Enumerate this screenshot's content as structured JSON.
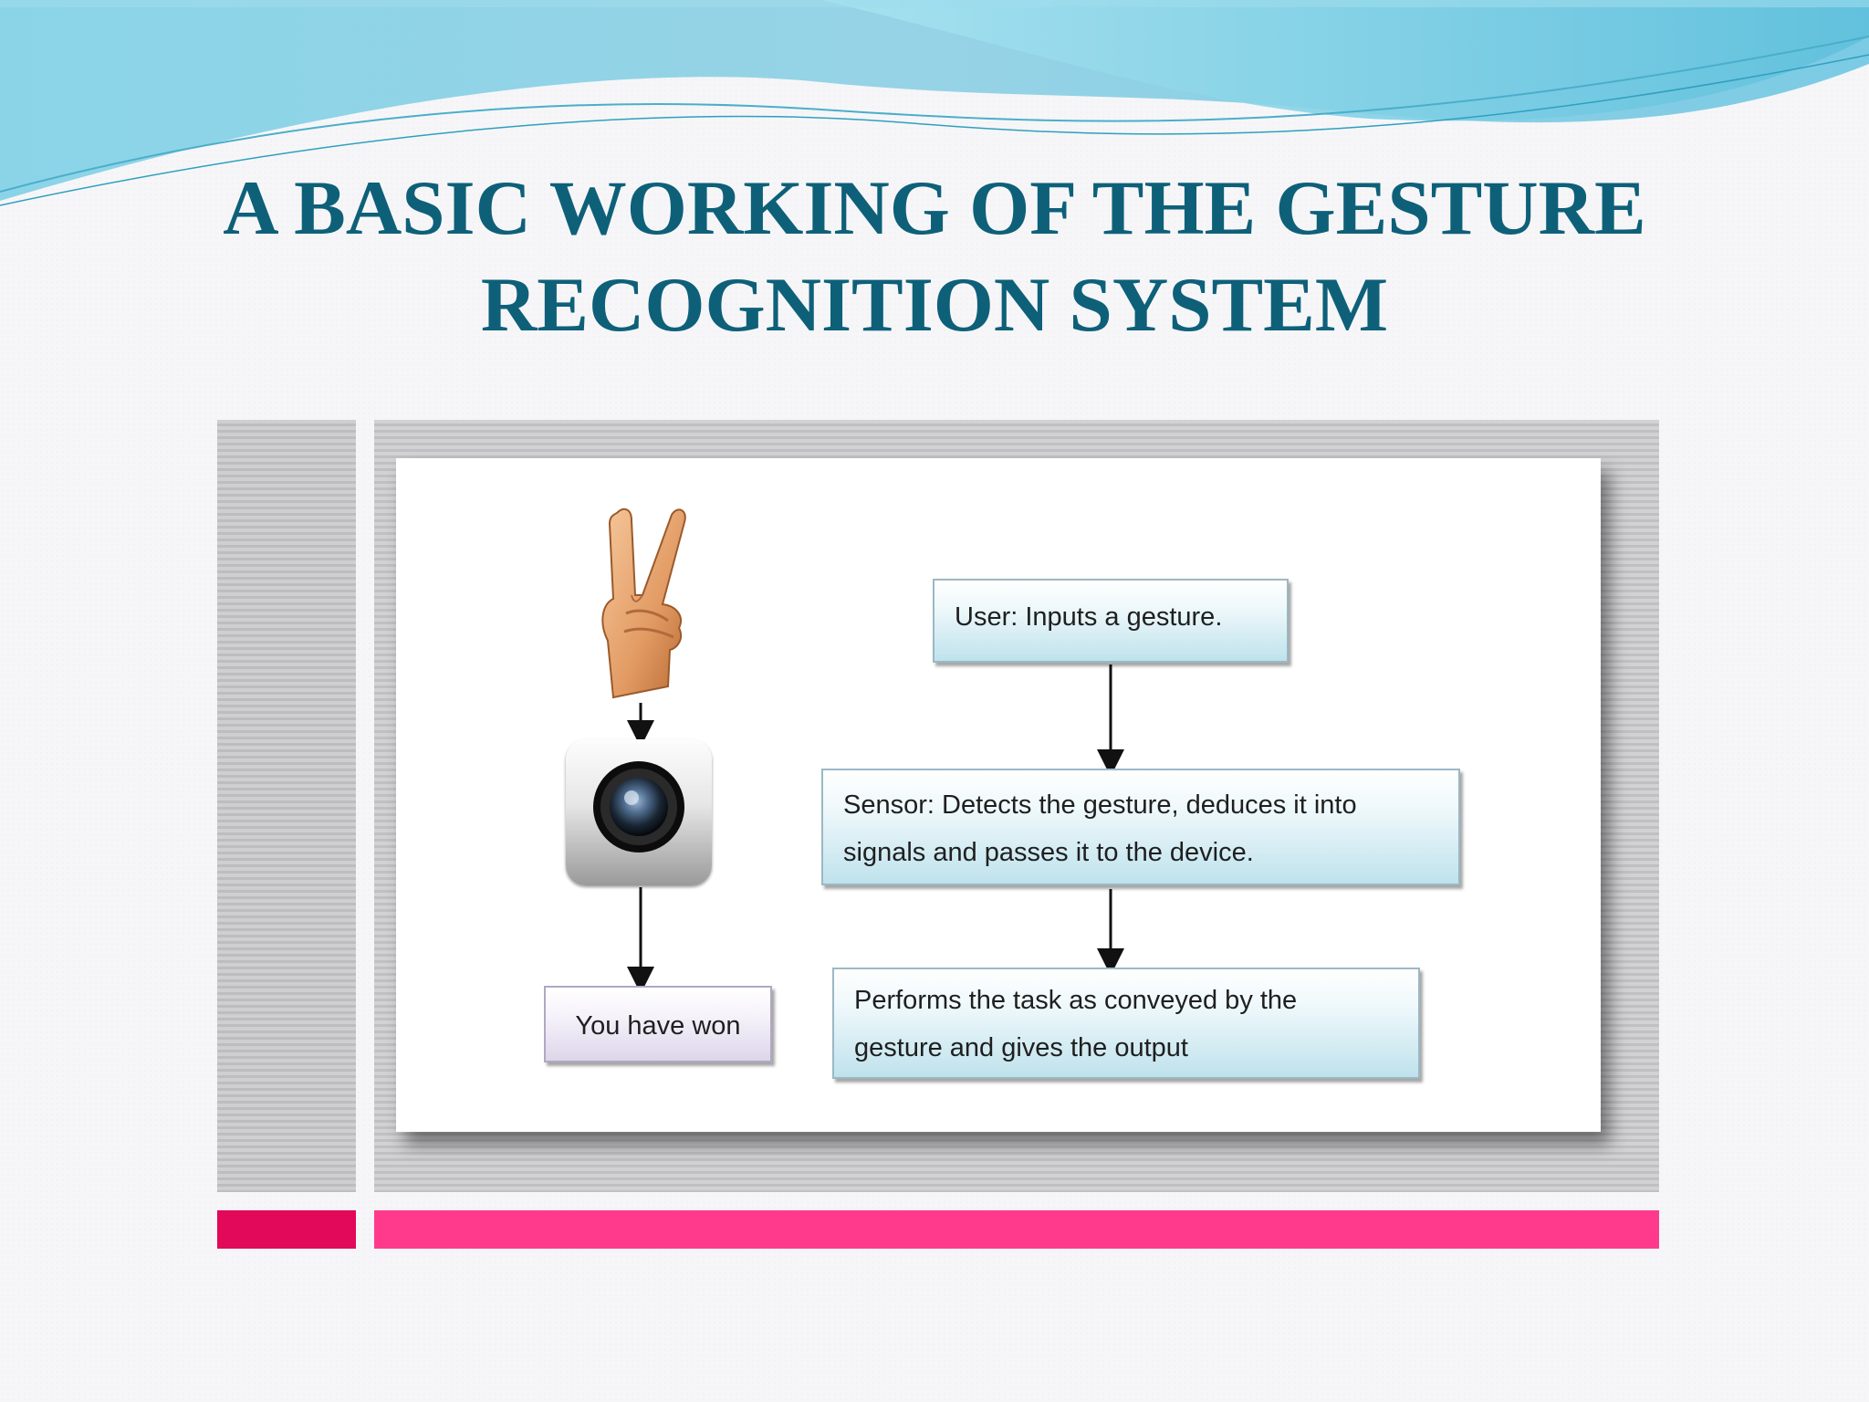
{
  "slide": {
    "title_line1": "A BASIC WORKING OF THE GESTURE",
    "title_line2": "RECOGNITION SYSTEM"
  },
  "diagram": {
    "user_box": "User: Inputs a gesture.",
    "sensor_box_line1": "Sensor: Detects the gesture, deduces it into",
    "sensor_box_line2": "signals and passes it to the device.",
    "perform_box_line1": "Performs the task as conveyed by the",
    "perform_box_line2": "gesture and gives the output",
    "result_box": "You have won",
    "icons": [
      "hand-gesture-icon",
      "camera-icon"
    ]
  },
  "colors": {
    "title": "#0e6079",
    "accent_pink": "#ff3a8c",
    "accent_dark_pink": "#e2085a",
    "wave_blue": "#5cc3de"
  }
}
